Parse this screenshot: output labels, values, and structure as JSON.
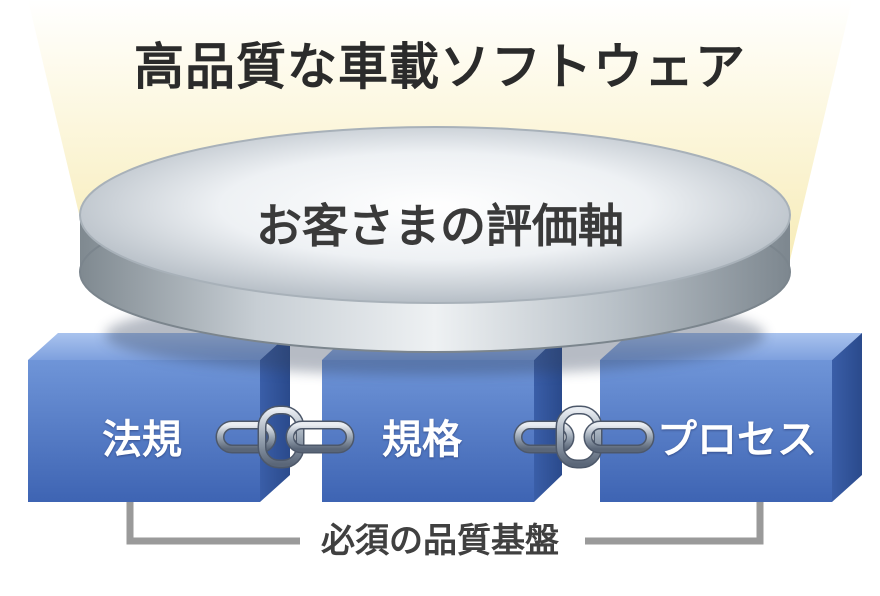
{
  "title": "高品質な車載ソフトウェア",
  "disk_label": "お客さまの評価軸",
  "blocks": [
    {
      "label": "法規"
    },
    {
      "label": "規格"
    },
    {
      "label": "プロセス"
    }
  ],
  "foundation_label": "必須の品質基盤",
  "colors": {
    "block_blue": "#4a74c4",
    "glow": "#fbf3d0",
    "disk_gray": "#9aa3ab",
    "bracket_gray": "#9a9a9a"
  }
}
